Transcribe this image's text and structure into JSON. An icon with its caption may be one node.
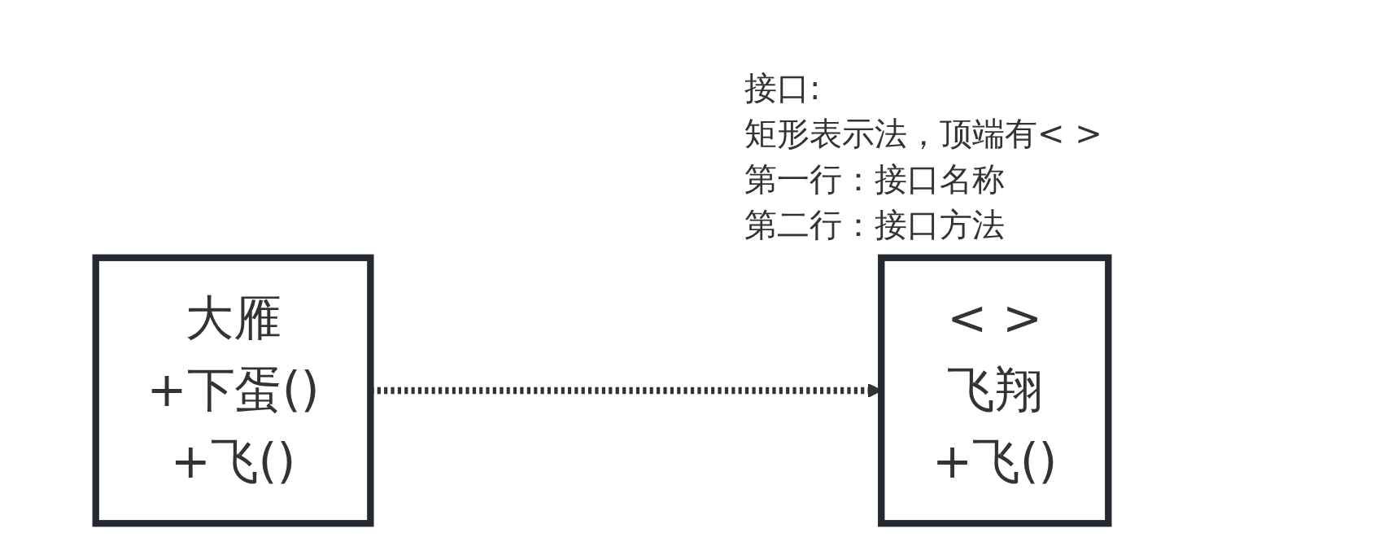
{
  "diagram": {
    "nodes": [
      {
        "text": [
          "大雁",
          "+下蛋()",
          "+飞()"
        ]
      },
      {
        "text": [
          "< >",
          "飞翔",
          "+飞()"
        ]
      }
    ],
    "edges": [
      {
        "from": 0,
        "to": 1,
        "arrow": "to",
        "style": "dashed"
      }
    ],
    "labels": [
      "接口:",
      "矩形表示法，顶端有< >",
      "第一行：接口名称",
      "第二行：接口方法"
    ]
  }
}
